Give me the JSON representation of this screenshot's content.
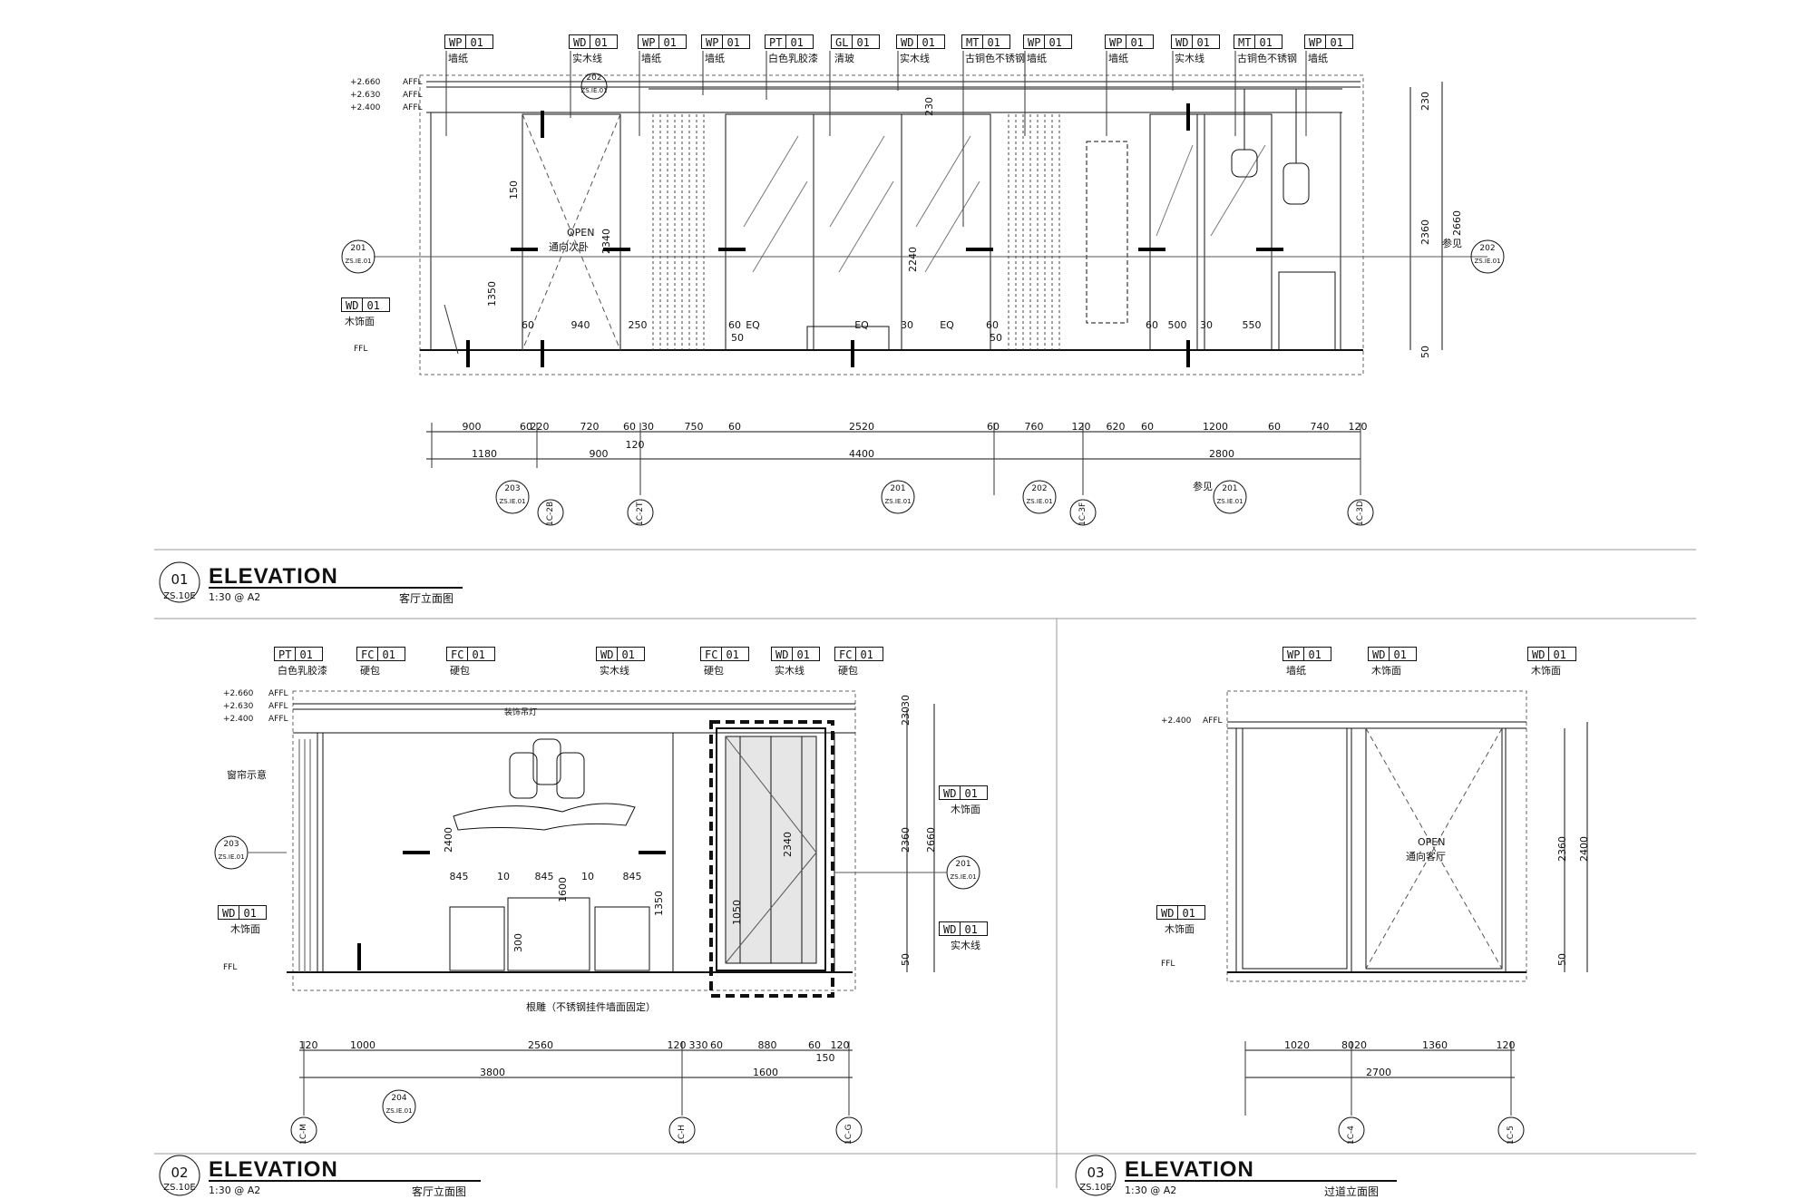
{
  "elevation_01": {
    "tags": [
      {
        "code": "WP",
        "num": "01",
        "desc": "墙纸"
      },
      {
        "code": "WD",
        "num": "01",
        "desc": "实木线"
      },
      {
        "code": "WP",
        "num": "01",
        "desc": "墙纸"
      },
      {
        "code": "WP",
        "num": "01",
        "desc": "墙纸"
      },
      {
        "code": "PT",
        "num": "01",
        "desc": "白色乳胶漆"
      },
      {
        "code": "GL",
        "num": "01",
        "desc": "清玻"
      },
      {
        "code": "WD",
        "num": "01",
        "desc": "实木线"
      },
      {
        "code": "MT",
        "num": "01",
        "desc": "古铜色不锈钢"
      },
      {
        "code": "WP",
        "num": "01",
        "desc": "墙纸"
      },
      {
        "code": "WP",
        "num": "01",
        "desc": "墙纸"
      },
      {
        "code": "WD",
        "num": "01",
        "desc": "实木线"
      },
      {
        "code": "MT",
        "num": "01",
        "desc": "古铜色不锈钢"
      },
      {
        "code": "WP",
        "num": "01",
        "desc": "墙纸"
      }
    ],
    "levels": [
      "+2.660",
      "+2.630",
      "+2.400"
    ],
    "level_unit": "AFFL",
    "ffl": "FFL",
    "left_tag": {
      "code": "WD",
      "num": "01",
      "desc": "木饰面"
    },
    "door_note": "OPEN",
    "door_note2": "通向次卧",
    "see_ref": "参见",
    "dims_row1": [
      "900",
      "60",
      "220",
      "720",
      "60",
      "30",
      "750",
      "60",
      "2520",
      "60",
      "760",
      "120",
      "620",
      "60",
      "1200",
      "60",
      "740",
      "120"
    ],
    "dims_row1b": "120",
    "dims_row2": [
      "1180",
      "900",
      "4400",
      "2800"
    ],
    "inner_dims": [
      "940",
      "60",
      "250",
      "60",
      "50",
      "EQ",
      "EQ",
      "30",
      "EQ",
      "60",
      "50",
      "60",
      "500",
      "30",
      "550"
    ],
    "vert_dims": [
      "150",
      "1350",
      "2340",
      "2240",
      "230",
      "2360",
      "2660",
      "230",
      "50"
    ],
    "bubbles": [
      {
        "n": "201",
        "s": "ZS.IE.01"
      },
      {
        "n": "202",
        "s": "ZS.IE.01"
      },
      {
        "n": "203",
        "s": "ZS.IE.01"
      },
      {
        "n": "201",
        "s": "ZS.IE.01"
      },
      {
        "n": "202",
        "s": "ZS.IE.01"
      },
      {
        "n": "201",
        "s": "ZS.IE.01"
      },
      {
        "n": "202",
        "s": "ZS.IE.01"
      }
    ],
    "grids": [
      "1C-2B",
      "1C-2T",
      "1C-3F",
      "1C-3D"
    ],
    "title": {
      "num": "01",
      "sheet": "ZS.10E",
      "main": "ELEVATION",
      "scale": "1:30 @ A2",
      "name": "客厅立面图"
    }
  },
  "elevation_02": {
    "tags": [
      {
        "code": "PT",
        "num": "01",
        "desc": "白色乳胶漆"
      },
      {
        "code": "FC",
        "num": "01",
        "desc": "硬包"
      },
      {
        "code": "FC",
        "num": "01",
        "desc": "硬包"
      },
      {
        "code": "WD",
        "num": "01",
        "desc": "实木线"
      },
      {
        "code": "FC",
        "num": "01",
        "desc": "硬包"
      },
      {
        "code": "WD",
        "num": "01",
        "desc": "实木线"
      },
      {
        "code": "FC",
        "num": "01",
        "desc": "硬包"
      }
    ],
    "levels": [
      "+2.660",
      "+2.630",
      "+2.400"
    ],
    "level_unit": "AFFL",
    "ffl": "FFL",
    "curtain_note": "窗帘示意",
    "left_tag": {
      "code": "WD",
      "num": "01",
      "desc": "木饰面"
    },
    "right_tags": [
      {
        "code": "WD",
        "num": "01",
        "desc": "木饰面"
      },
      {
        "code": "WD",
        "num": "01",
        "desc": "实木线"
      }
    ],
    "base_note": "根雕（不锈钢挂件墙面固定）",
    "light_note": "装饰吊灯",
    "inner_dims": [
      "845",
      "10",
      "845",
      "10",
      "845",
      "300",
      "1600",
      "1350",
      "2400",
      "2340",
      "1050",
      "230",
      "2360",
      "2660",
      "30",
      "50"
    ],
    "dims_row1": [
      "120",
      "1000",
      "2560",
      "120",
      "330",
      "60",
      "880",
      "60",
      "120",
      "150"
    ],
    "dims_row2": [
      "3800",
      "1600"
    ],
    "bubbles": [
      {
        "n": "203",
        "s": "ZS.IE.01"
      },
      {
        "n": "201",
        "s": "ZS.IE.01"
      },
      {
        "n": "204",
        "s": "ZS.IE.01"
      }
    ],
    "grids": [
      "1C-M",
      "1C-H",
      "1C-G"
    ],
    "title": {
      "num": "02",
      "sheet": "ZS.10E",
      "main": "ELEVATION",
      "scale": "1:30 @ A2",
      "name": "客厅立面图"
    }
  },
  "elevation_03": {
    "tags": [
      {
        "code": "WP",
        "num": "01",
        "desc": "墙纸"
      },
      {
        "code": "WD",
        "num": "01",
        "desc": "木饰面"
      },
      {
        "code": "WD",
        "num": "01",
        "desc": "木饰面"
      }
    ],
    "level": "+2.400",
    "level_unit": "AFFL",
    "ffl": "FFL",
    "left_tag": {
      "code": "WD",
      "num": "01",
      "desc": "木饰面"
    },
    "door_note": "OPEN",
    "door_note2": "通向客厅",
    "vert_dims": [
      "2360",
      "2400",
      "50"
    ],
    "dims_row1": [
      "1020",
      "80",
      "20",
      "1360",
      "120"
    ],
    "dims_row2": [
      "2700"
    ],
    "grids": [
      "1C-4",
      "1C-5"
    ],
    "title": {
      "num": "03",
      "sheet": "ZS.10E",
      "main": "ELEVATION",
      "scale": "1:30 @ A2",
      "name": "过道立面图"
    }
  }
}
